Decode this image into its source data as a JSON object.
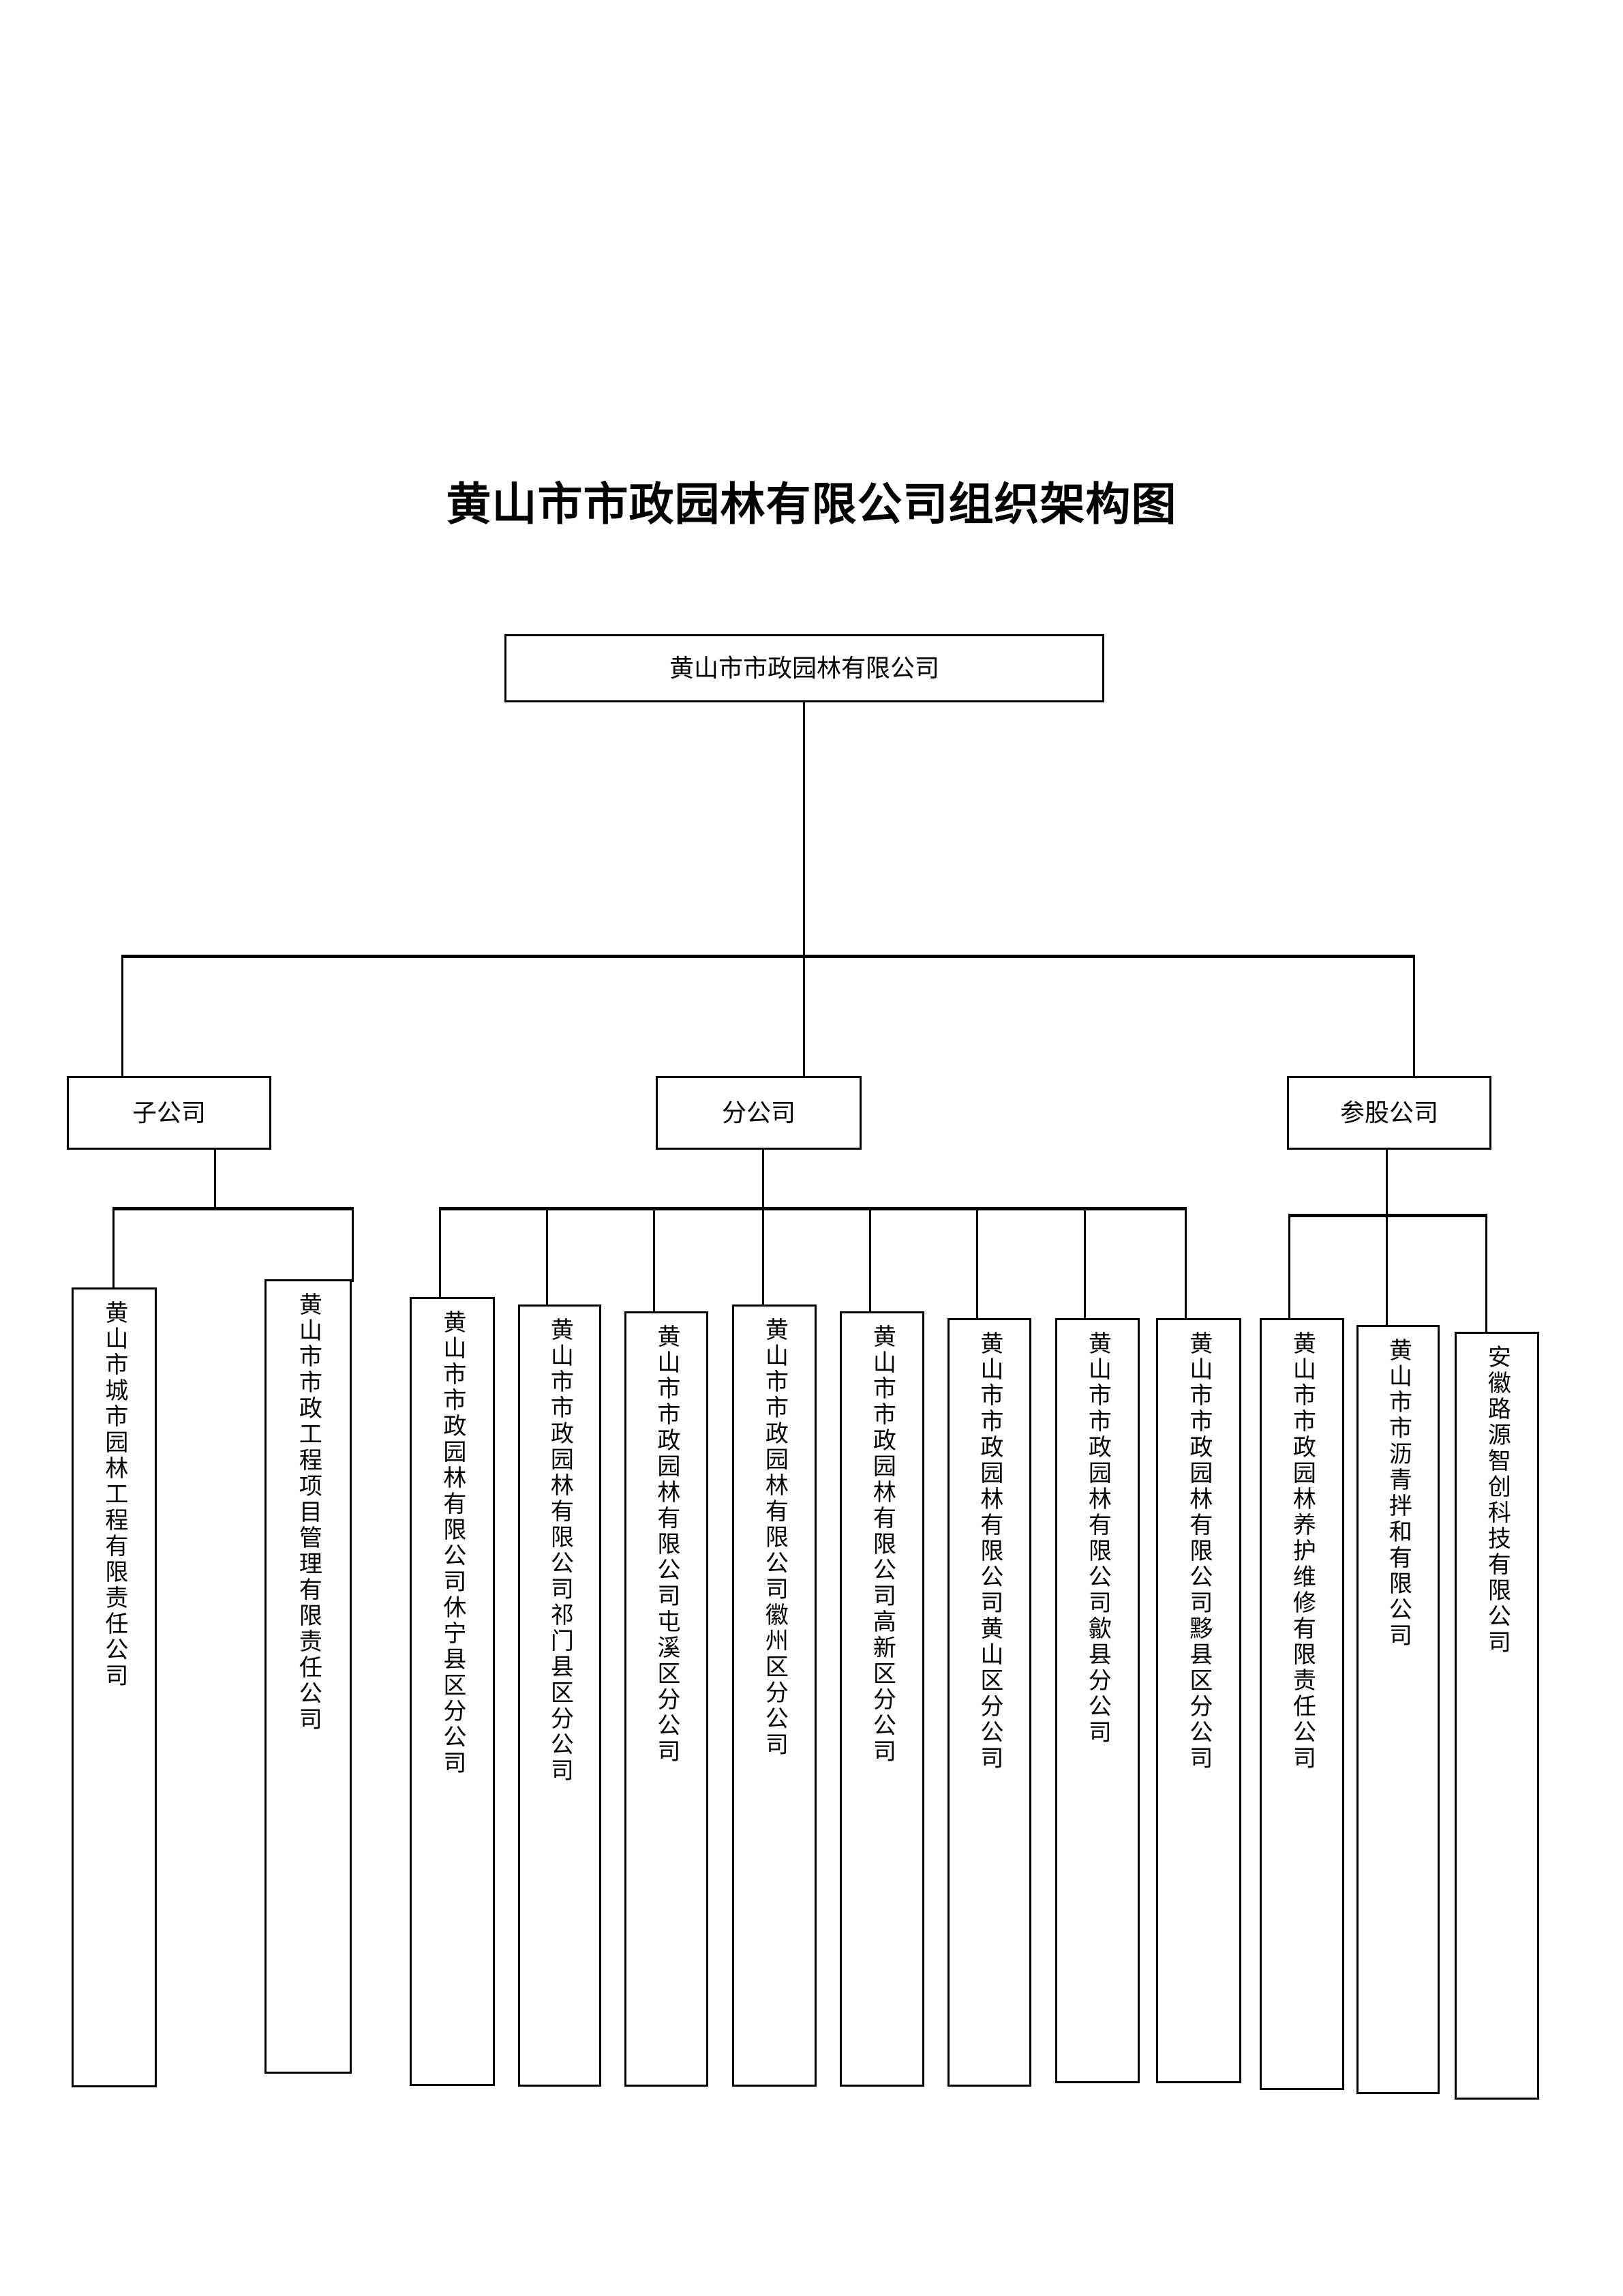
{
  "document": {
    "title": "黄山市市政园林有限公司组织架构图"
  },
  "chart": {
    "type": "org-chart",
    "root": {
      "label": "黄山市市政园林有限公司"
    },
    "groups": [
      {
        "id": "subsidiaries",
        "label": "子公司"
      },
      {
        "id": "branches",
        "label": "分公司"
      },
      {
        "id": "equity",
        "label": "参股公司"
      }
    ],
    "leaves": [
      {
        "group": "subsidiaries",
        "label": "黄山市城市园林工程有限责任公司"
      },
      {
        "group": "subsidiaries",
        "label": "黄山市市政工程项目管理有限责任公司"
      },
      {
        "group": "branches",
        "label": "黄山市市政园林有限公司休宁县区分公司"
      },
      {
        "group": "branches",
        "label": "黄山市市政园林有限公司祁门县区分公司"
      },
      {
        "group": "branches",
        "label": "黄山市市政园林有限公司屯溪区分公司"
      },
      {
        "group": "branches",
        "label": "黄山市市政园林有限公司徽州区分公司"
      },
      {
        "group": "branches",
        "label": "黄山市市政园林有限公司高新区分公司"
      },
      {
        "group": "branches",
        "label": "黄山市市政园林有限公司黄山区分公司"
      },
      {
        "group": "branches",
        "label": "黄山市市政园林有限公司歙县分公司"
      },
      {
        "group": "branches",
        "label": "黄山市市政园林有限公司黟县区分公司"
      },
      {
        "group": "equity",
        "label": "黄山市市政园林养护维修有限责任公司"
      },
      {
        "group": "equity",
        "label": "黄山市市沥青拌和有限公司"
      },
      {
        "group": "equity",
        "label": "安徽路源智创科技有限公司"
      }
    ]
  },
  "style": {
    "line_color": "#000000",
    "box_fill": "#ffffff",
    "text_color": "#000000"
  }
}
